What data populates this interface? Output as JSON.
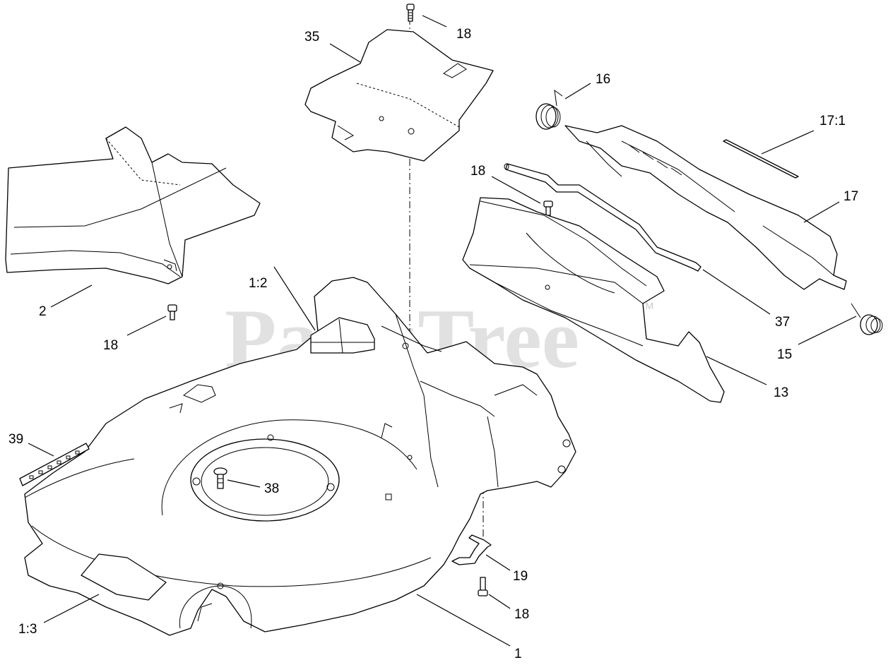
{
  "watermark": {
    "text": "PartsTree",
    "trademark": "TM"
  },
  "callouts": {
    "c35": "35",
    "c18_top": "18",
    "c16": "16",
    "c17_1": "17:1",
    "c18_rod": "18",
    "c17": "17",
    "c2": "2",
    "c18_left": "18",
    "c1_2": "1:2",
    "c37": "37",
    "c15": "15",
    "c13": "13",
    "c39": "39",
    "c38": "38",
    "c19": "19",
    "c18_bottom": "18",
    "c1_3": "1:3",
    "c1": "1"
  }
}
